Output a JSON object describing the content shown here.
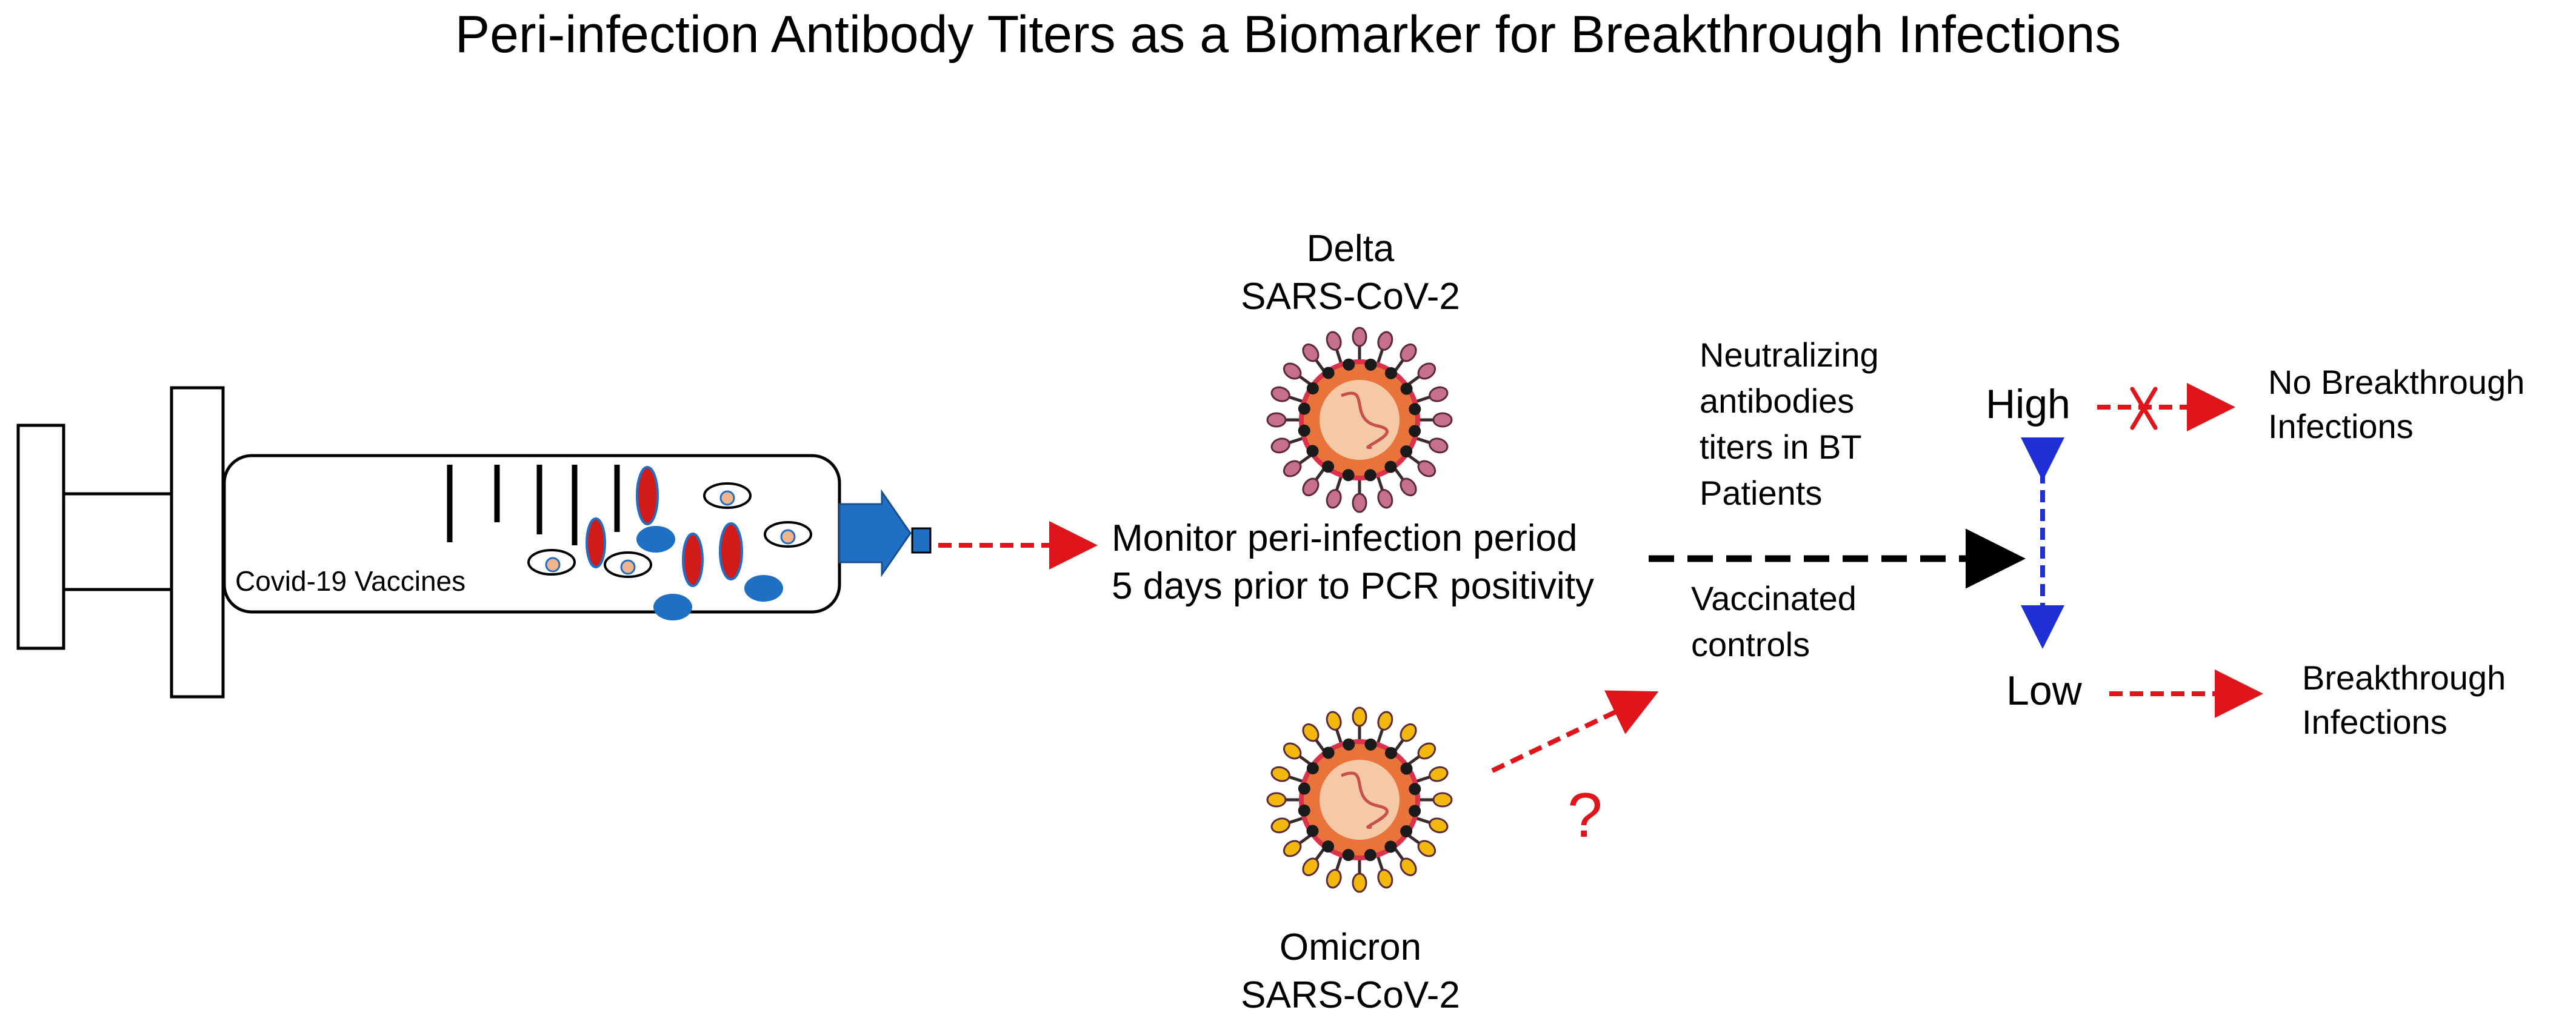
{
  "title": "Peri-infection Antibody Titers as a Biomarker for Breakthrough Infections",
  "syringe": {
    "label": "Covid-19 Vaccines"
  },
  "delta": {
    "lines": [
      "Delta",
      "SARS-CoV-2"
    ]
  },
  "omicron": {
    "lines": [
      "Omicron",
      "SARS-CoV-2"
    ]
  },
  "monitor": {
    "lines": [
      "Monitor peri-infection period",
      "5 days prior to PCR positivity"
    ]
  },
  "neutralizing": {
    "lines": [
      "Neutralizing",
      "antibodies",
      "titers in BT",
      "Patients"
    ]
  },
  "controls": {
    "lines": [
      "Vaccinated",
      "controls"
    ]
  },
  "question_mark": "?",
  "high_label": "High",
  "low_label": "Low",
  "no_breakthrough": {
    "lines": [
      "No Breakthrough",
      "Infections"
    ]
  },
  "breakthrough": {
    "lines": [
      "Breakthrough",
      "Infections"
    ]
  },
  "colors": {
    "arrow_red": "#e0141b",
    "arrow_black": "#000000",
    "arrow_blue": "#1f2fd6",
    "syringe_tip": "#1f6fc4",
    "pill_red": "#d11a1a",
    "pill_blue": "#1f6fc4",
    "delta_spike": "#c7708e",
    "omicron_spike": "#f2b90c"
  }
}
